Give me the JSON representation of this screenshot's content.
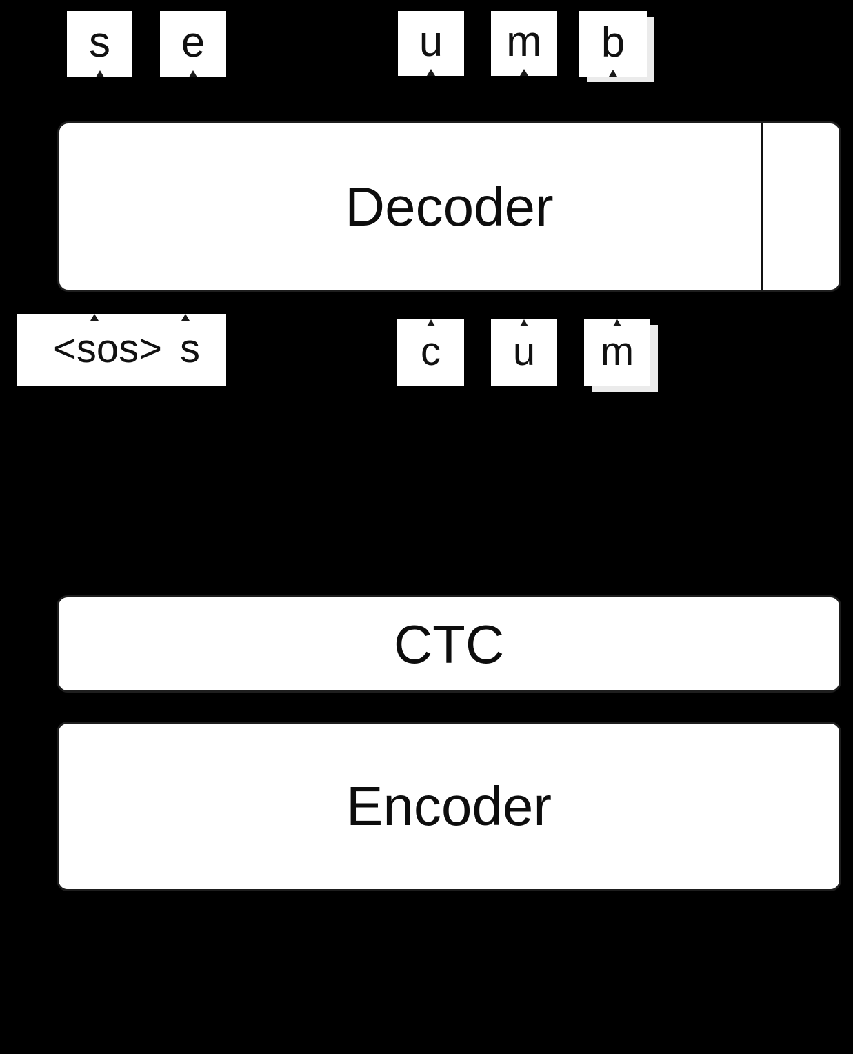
{
  "colors": {
    "background": "#000000",
    "box_fill": "#ffffff",
    "text": "#111111",
    "box_border": "#1e1e1e",
    "divider": "#111111",
    "arrow_tip": "#1a1a1a"
  },
  "output_tokens": [
    "s",
    "e",
    "u",
    "m",
    "b"
  ],
  "input_tokens": {
    "sos": "<sos>",
    "after_sos": "s",
    "rest": [
      "c",
      "u",
      "m"
    ]
  },
  "blocks": {
    "decoder": {
      "label": "Decoder"
    },
    "ctc": {
      "label": "CTC"
    },
    "encoder": {
      "label": "Encoder"
    }
  }
}
